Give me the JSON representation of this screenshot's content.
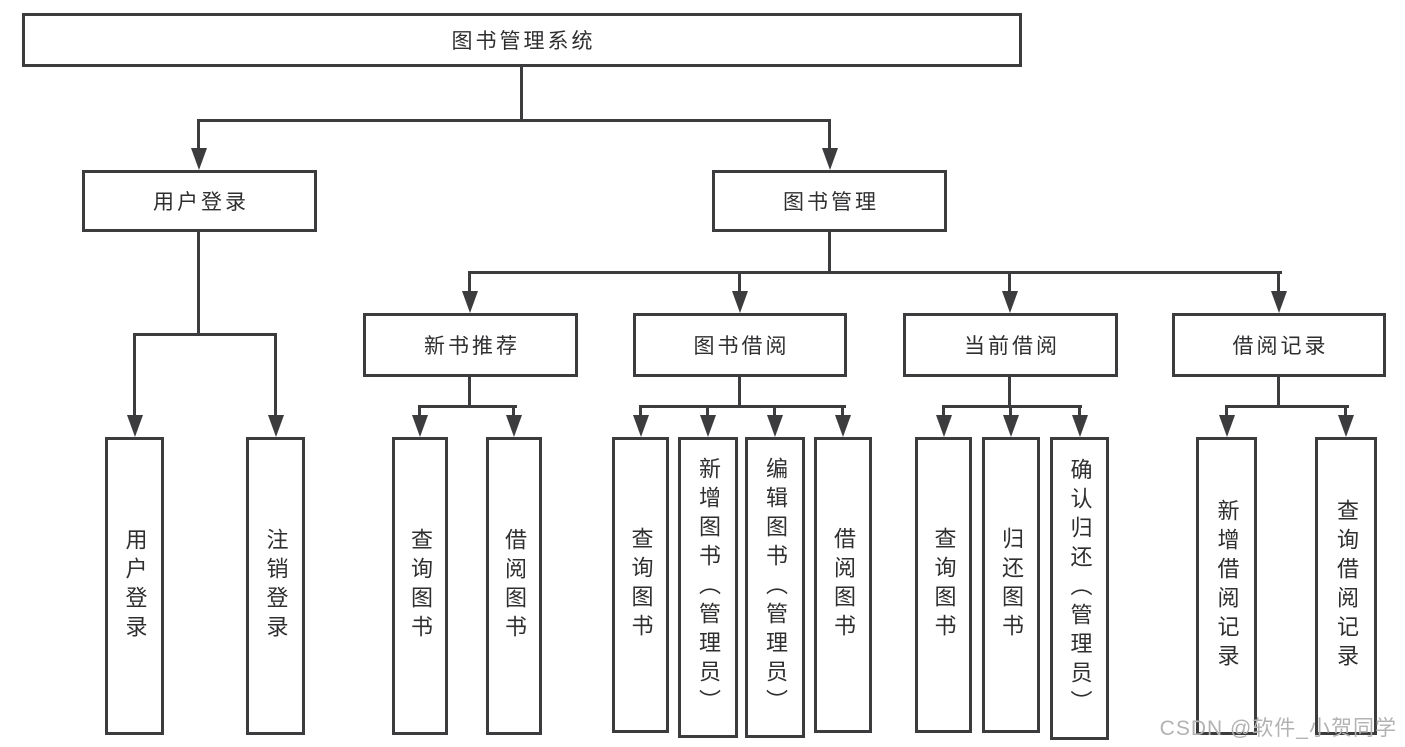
{
  "diagram": {
    "tree": {
      "id": "root",
      "label": "图书管理系统",
      "children": [
        {
          "id": "login",
          "label": "用户登录",
          "children": [
            {
              "id": "login-user-login",
              "label": "用户登录",
              "vertical": true
            },
            {
              "id": "login-logout",
              "label": "注销登录",
              "vertical": true
            }
          ]
        },
        {
          "id": "mgmt",
          "label": "图书管理",
          "children": [
            {
              "id": "newbook",
              "label": "新书推荐",
              "children": [
                {
                  "id": "newbook-search",
                  "label": "查询图书",
                  "vertical": true
                },
                {
                  "id": "newbook-borrow",
                  "label": "借阅图书",
                  "vertical": true
                }
              ]
            },
            {
              "id": "borrow",
              "label": "图书借阅",
              "children": [
                {
                  "id": "borrow-search",
                  "label": "查询图书",
                  "vertical": true
                },
                {
                  "id": "borrow-add",
                  "label": "新增图书（管理员）",
                  "vertical": true
                },
                {
                  "id": "borrow-edit",
                  "label": "编辑图书（管理员）",
                  "vertical": true
                },
                {
                  "id": "borrow-borrow",
                  "label": "借阅图书",
                  "vertical": true
                }
              ]
            },
            {
              "id": "current",
              "label": "当前借阅",
              "children": [
                {
                  "id": "current-search",
                  "label": "查询图书",
                  "vertical": true
                },
                {
                  "id": "current-return",
                  "label": "归还图书",
                  "vertical": true
                },
                {
                  "id": "current-confirm",
                  "label": "确认归还（管理员）",
                  "vertical": true
                }
              ]
            },
            {
              "id": "records",
              "label": "借阅记录",
              "children": [
                {
                  "id": "records-add",
                  "label": "新增借阅记录",
                  "vertical": true
                },
                {
                  "id": "records-search",
                  "label": "查询借阅记录",
                  "vertical": true
                }
              ]
            }
          ]
        }
      ]
    }
  },
  "watermark": "CSDN @软件_小贺同学",
  "colors": {
    "line": "#3c3c3e",
    "text": "#2f2f31",
    "background": "#ffffff",
    "watermark": "#b2b2b2"
  }
}
